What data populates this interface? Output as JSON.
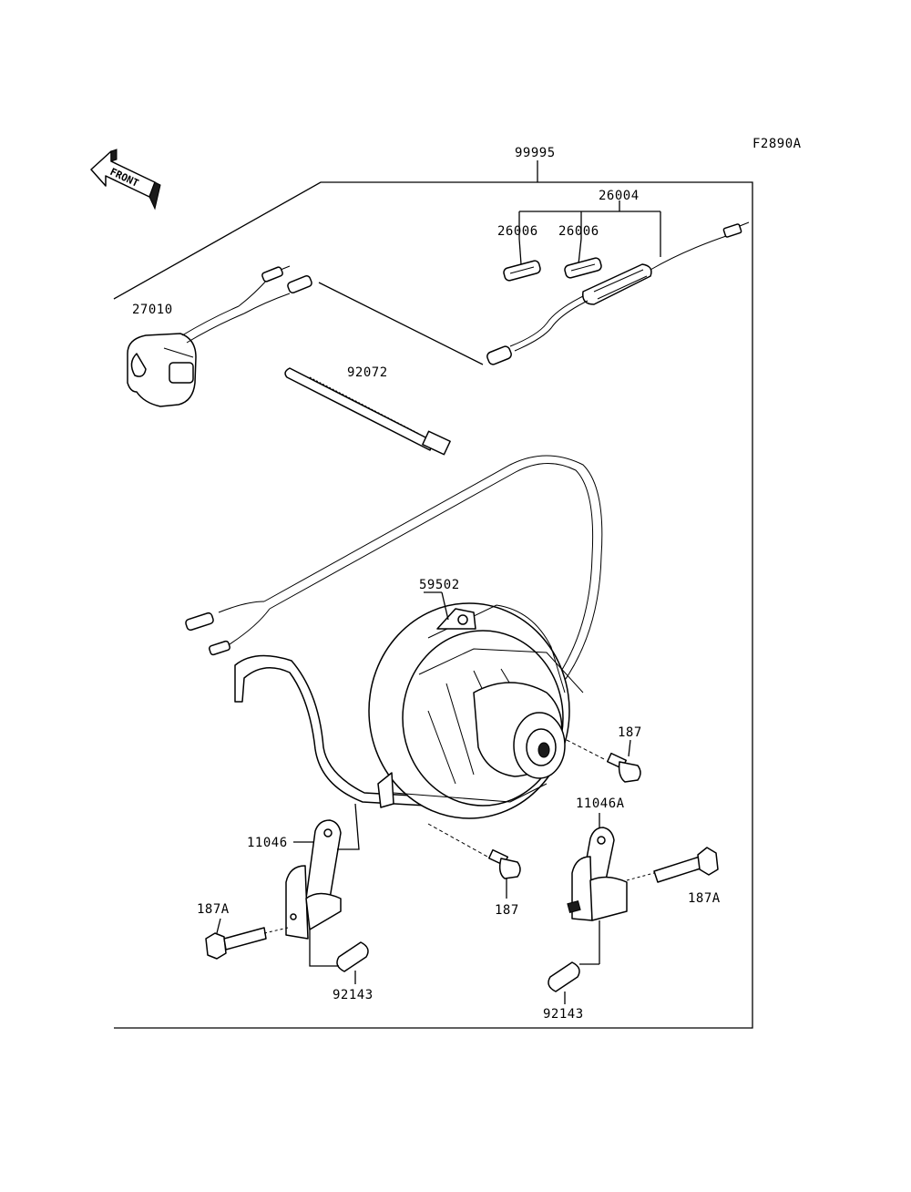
{
  "figure_code": "F2890A",
  "direction_arrow": "FRONT",
  "kit_label": "99995",
  "parts": {
    "harness": "26004",
    "fuse_left": "26006",
    "fuse_right": "26006",
    "switch": "27010",
    "cable_tie": "92072",
    "fan_motor": "59502",
    "bolt_upper": "187",
    "bolt_lower": "187",
    "bracket_left": "11046",
    "bracket_right": "11046A",
    "bolt_left": "187A",
    "bolt_right": "187A",
    "collar_left": "92143",
    "collar_right": "92143"
  }
}
